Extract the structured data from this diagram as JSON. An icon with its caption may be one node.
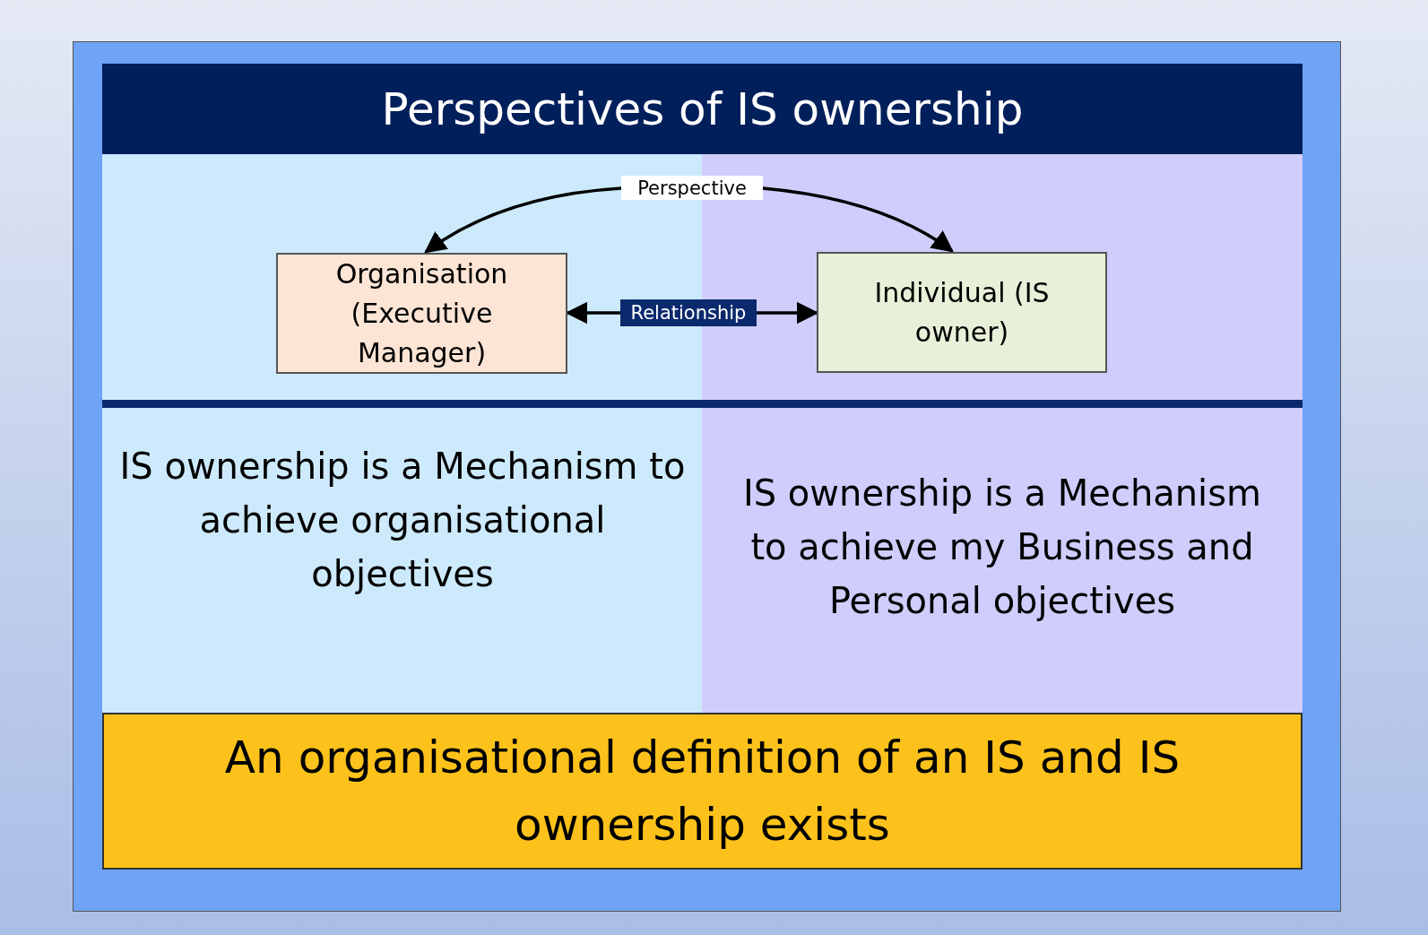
{
  "diagram": {
    "title": "Perspectives of IS ownership",
    "nodes": [
      {
        "text": [
          "Perspective"
        ]
      },
      {
        "text": [
          "Organisation (Executive Manager)"
        ]
      },
      {
        "text": [
          "Individual (IS owner)"
        ]
      },
      {
        "text": [
          "IS ownership is a Mechanism to achieve organisational objectives"
        ]
      },
      {
        "text": [
          "IS ownership is a Mechanism to achieve my Business and Personal objectives"
        ]
      },
      {
        "text": [
          "An organisational definition of an IS and IS ownership exists"
        ]
      }
    ],
    "edges": [
      {
        "from": 0,
        "to": 1,
        "arrow": "to"
      },
      {
        "from": 0,
        "to": 2,
        "arrow": "to"
      },
      {
        "from": 1,
        "to": 2,
        "arrow": "both",
        "label": "Relationship"
      }
    ]
  }
}
